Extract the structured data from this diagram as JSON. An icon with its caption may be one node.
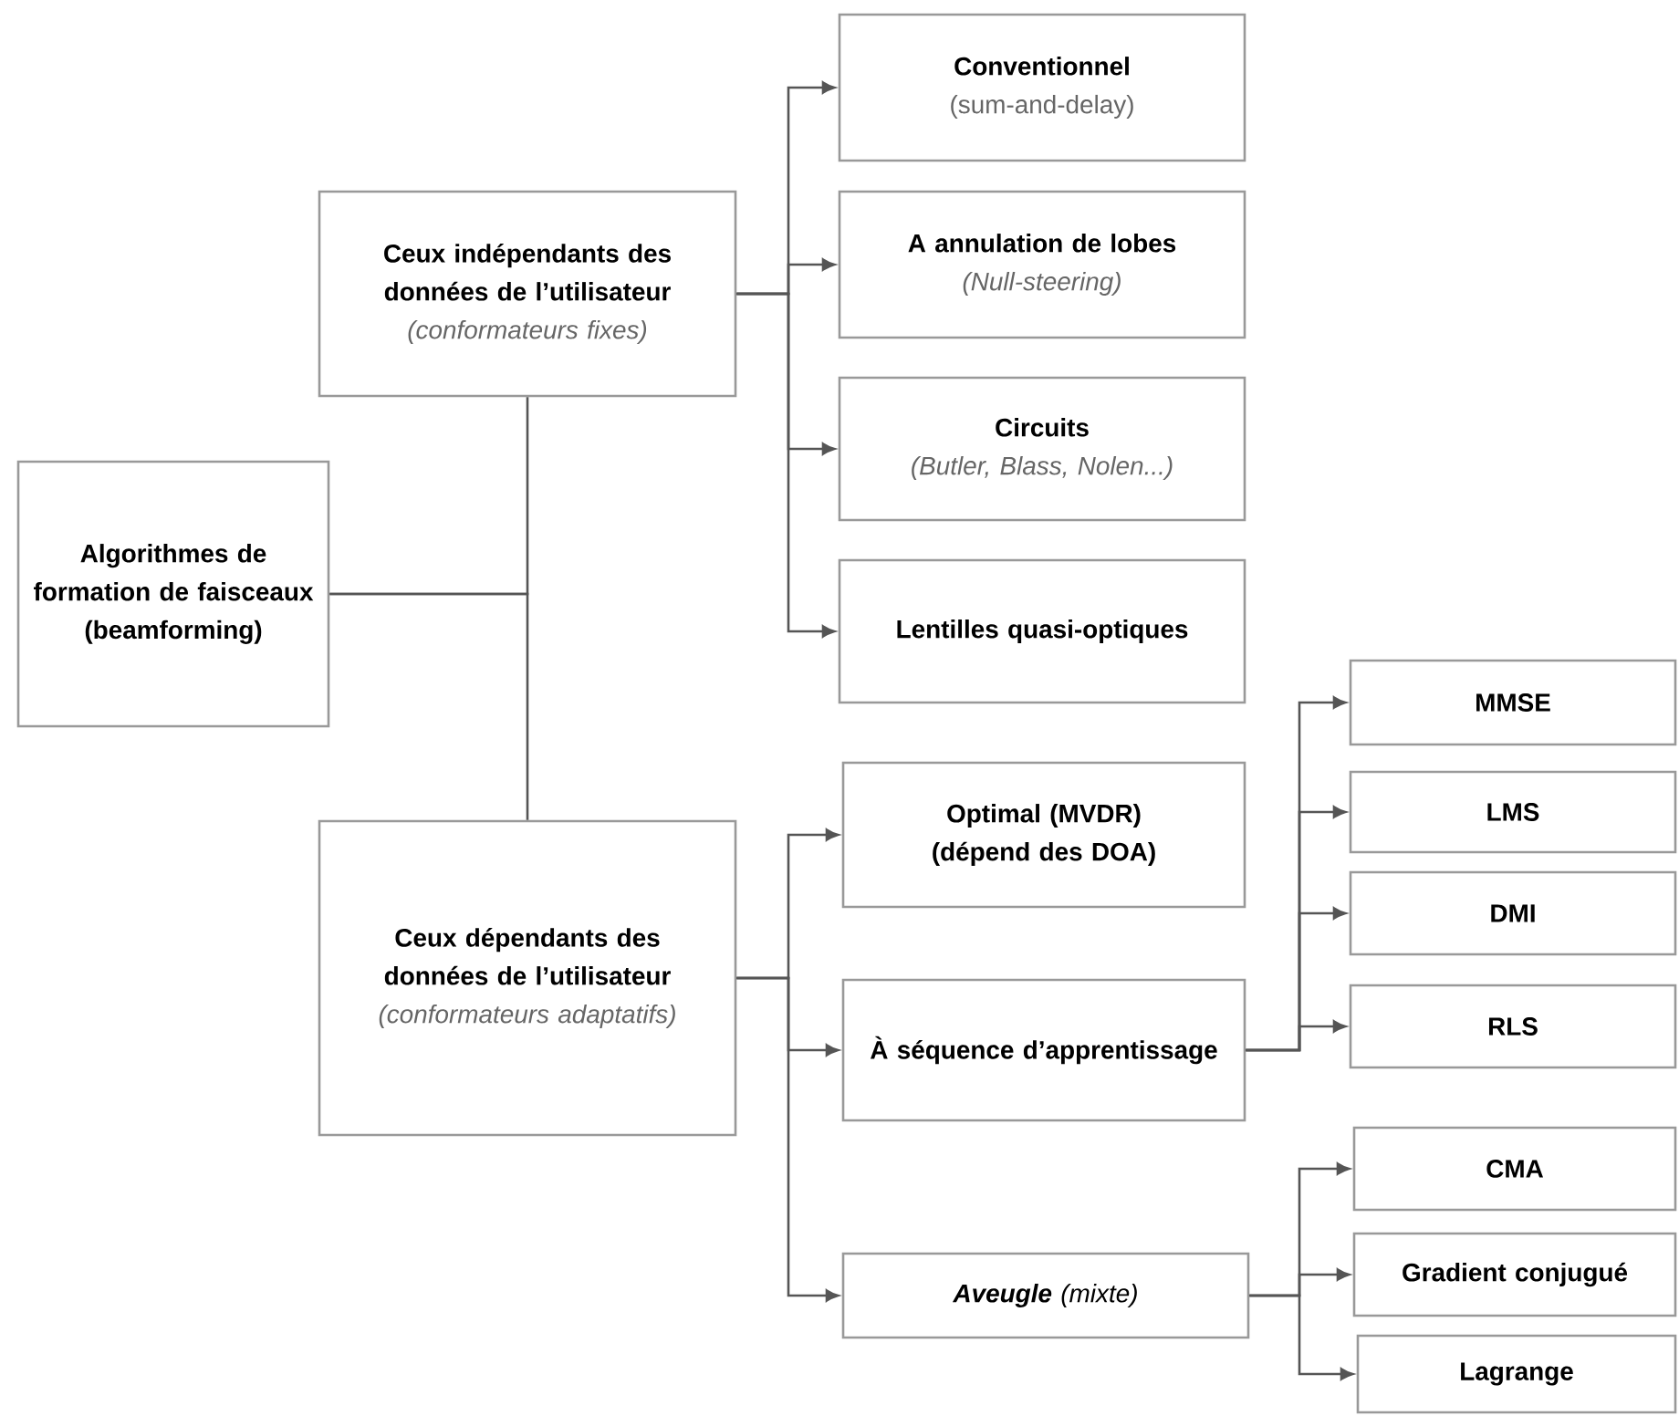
{
  "diagram": {
    "nodes": [
      {
        "text": [
          "Algorithmes de formation de faisceaux (beamforming)"
        ]
      },
      {
        "text": [
          "Ceux indépendants des données de l’utilisateur",
          "(conformateurs fixes)"
        ]
      },
      {
        "text": [
          "Conventionnel",
          "(sum-and-delay)"
        ]
      },
      {
        "text": [
          "A annulation de lobes",
          "(Null-steering)"
        ]
      },
      {
        "text": [
          "Circuits",
          "(Butler, Blass, Nolen...)"
        ]
      },
      {
        "text": [
          "Lentilles quasi-optiques"
        ]
      },
      {
        "text": [
          "Ceux dépendants des données de l’utilisateur",
          "(conformateurs adaptatifs)"
        ]
      },
      {
        "text": [
          "Optimal (MVDR) (dépend des DOA)"
        ]
      },
      {
        "text": [
          "À séquence d’apprentissage"
        ]
      },
      {
        "text": [
          "**Aveugle** (mixte)"
        ]
      },
      {
        "text": [
          "MMSE"
        ]
      },
      {
        "text": [
          "LMS"
        ]
      },
      {
        "text": [
          "DMI"
        ]
      },
      {
        "text": [
          "RLS"
        ]
      },
      {
        "text": [
          "CMA"
        ]
      },
      {
        "text": [
          "Gradient conjugué"
        ]
      },
      {
        "text": [
          "Lagrange"
        ]
      }
    ],
    "edges": [
      {
        "from": 0,
        "to": 1,
        "arrow": "none"
      },
      {
        "from": 0,
        "to": 6,
        "arrow": "none"
      },
      {
        "from": 1,
        "to": 2,
        "arrow": "to"
      },
      {
        "from": 1,
        "to": 3,
        "arrow": "to"
      },
      {
        "from": 1,
        "to": 4,
        "arrow": "to"
      },
      {
        "from": 1,
        "to": 5,
        "arrow": "to"
      },
      {
        "from": 6,
        "to": 7,
        "arrow": "to"
      },
      {
        "from": 6,
        "to": 8,
        "arrow": "to"
      },
      {
        "from": 6,
        "to": 9,
        "arrow": "to"
      },
      {
        "from": 8,
        "to": 10,
        "arrow": "to"
      },
      {
        "from": 8,
        "to": 11,
        "arrow": "to"
      },
      {
        "from": 8,
        "to": 12,
        "arrow": "to"
      },
      {
        "from": 8,
        "to": 13,
        "arrow": "to"
      },
      {
        "from": 9,
        "to": 14,
        "arrow": "to"
      },
      {
        "from": 9,
        "to": 15,
        "arrow": "to"
      },
      {
        "from": 9,
        "to": 16,
        "arrow": "to"
      }
    ]
  }
}
